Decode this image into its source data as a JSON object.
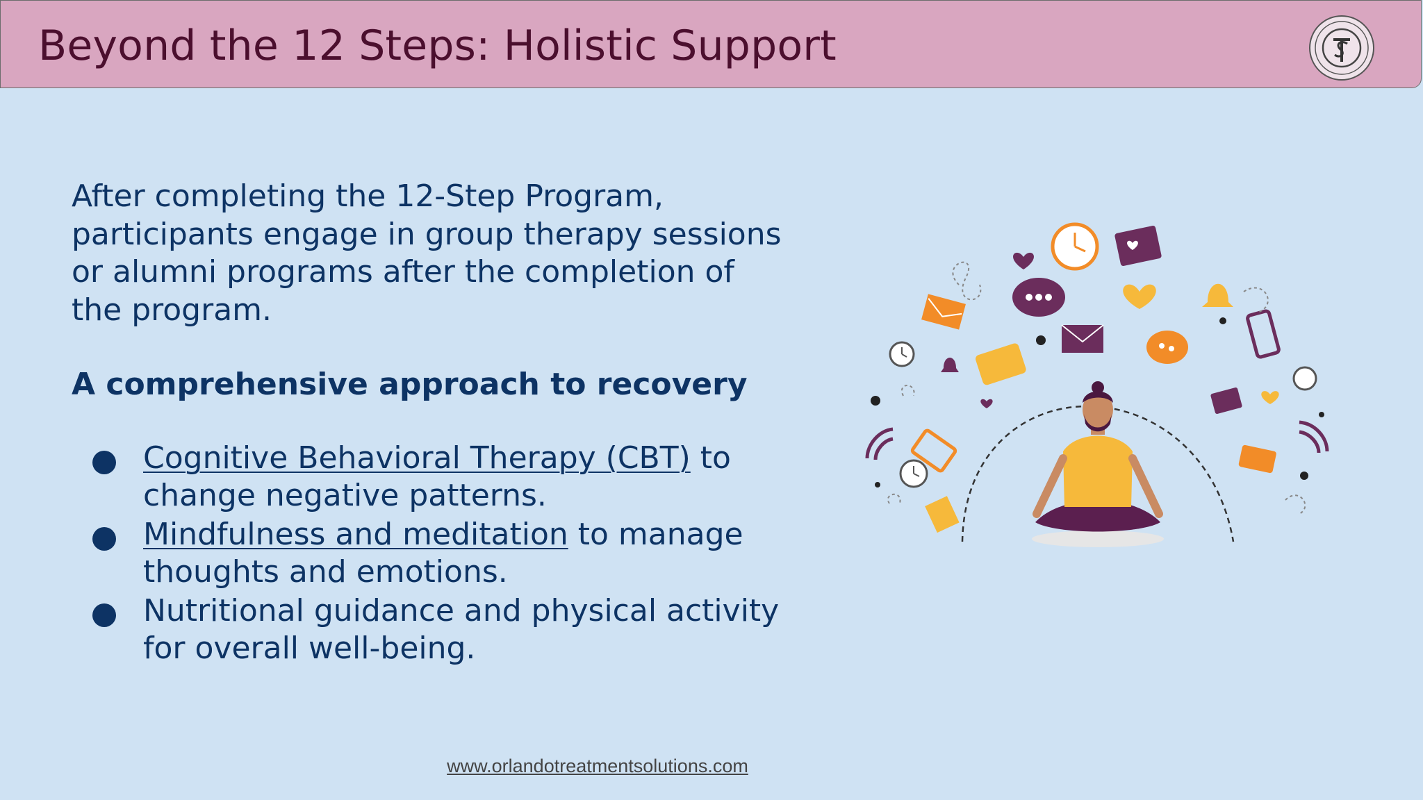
{
  "header": {
    "title": "Beyond the 12 Steps: Holistic Support"
  },
  "body": {
    "intro": "After completing the 12-Step Program, participants engage in group therapy sessions or alumni programs after the completion of the program.",
    "subheading": "A comprehensive approach to recovery",
    "bullets": [
      {
        "link": "Cognitive Behavioral Therapy (CBT)",
        "rest": " to change negative patterns."
      },
      {
        "link": "Mindfulness and meditation",
        "rest": " to manage thoughts and emotions."
      },
      {
        "link": "",
        "rest": "Nutritional guidance and physical activity for overall well-being."
      }
    ]
  },
  "footer": {
    "website": "www.orlandotreatmentsolutions.com"
  },
  "colors": {
    "header_bg": "#d9a6c0",
    "title": "#4b0f2e",
    "page_bg": "#cfe2f3",
    "text": "#0d3364",
    "accent_orange": "#f28c28",
    "accent_purple": "#6b2d5c",
    "accent_yellow": "#f6b93b"
  },
  "logo": {
    "icon": "orlando-treatment-solutions-seal"
  },
  "illustration": {
    "icon": "meditating-person-with-notification-icons"
  }
}
